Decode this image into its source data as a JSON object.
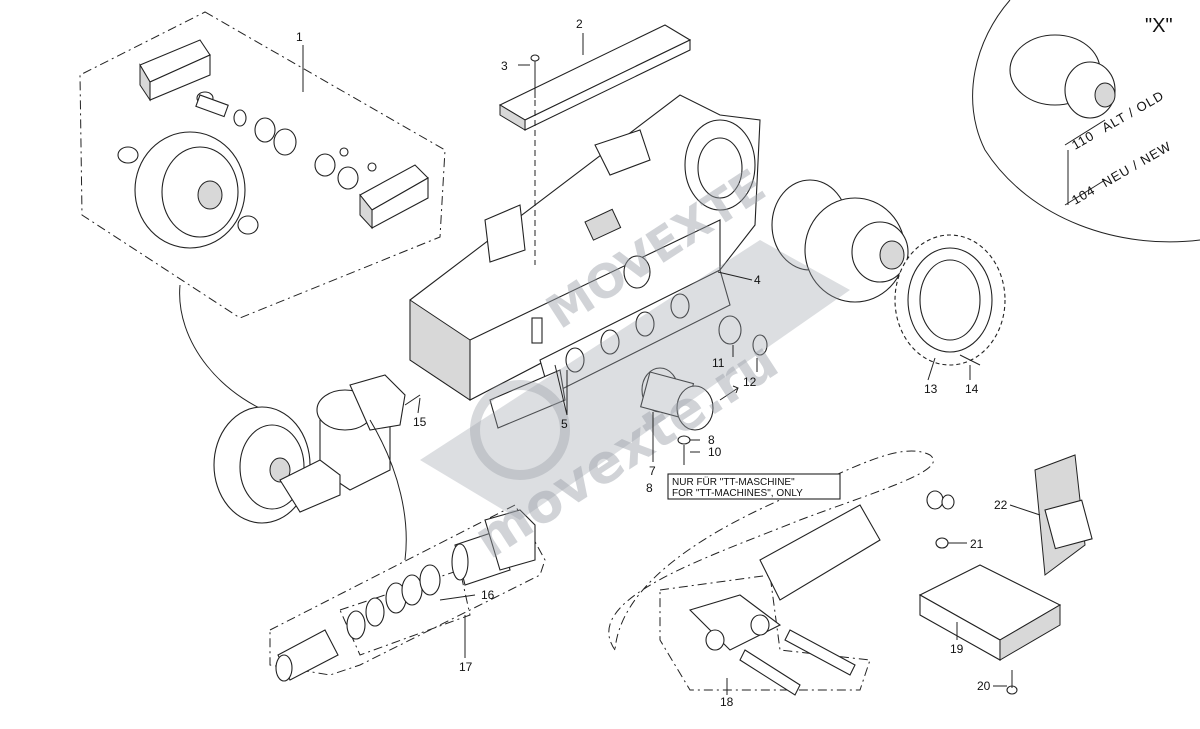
{
  "view_label": "\"X\"",
  "dimensions": [
    {
      "value": "110",
      "text": "ALT / OLD"
    },
    {
      "value": "104",
      "text": "NEU / NEW"
    }
  ],
  "note_lines": [
    "NUR FÜR \"TT-MASCHINE\"",
    "FOR \"TT-MACHINES\", ONLY"
  ],
  "watermark": {
    "text": "movexte.ru",
    "logo_text": "MOVEXTE"
  },
  "callouts": [
    "1",
    "2",
    "3",
    "4",
    "5",
    "7",
    "8",
    "8",
    "10",
    "11",
    "12",
    "13",
    "14",
    "15",
    "16",
    "17",
    "18",
    "19",
    "20",
    "21",
    "22"
  ]
}
